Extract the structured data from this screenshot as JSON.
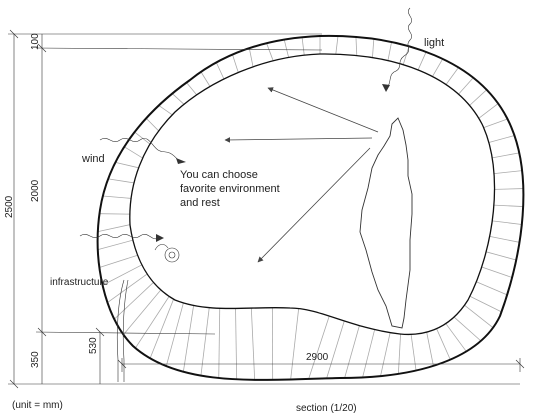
{
  "labels": {
    "light": "light",
    "wind": "wind",
    "choose_line1": "You can choose",
    "choose_line2": "favorite environment",
    "choose_line3": "and rest",
    "infrastructure": "infrastructure",
    "unit": "(unit = mm)",
    "section": "section (1/20)"
  },
  "dimensions": {
    "d100": "100",
    "d2500": "2500",
    "d2000": "2000",
    "d530": "530",
    "d350": "350",
    "d2900": "2900"
  }
}
